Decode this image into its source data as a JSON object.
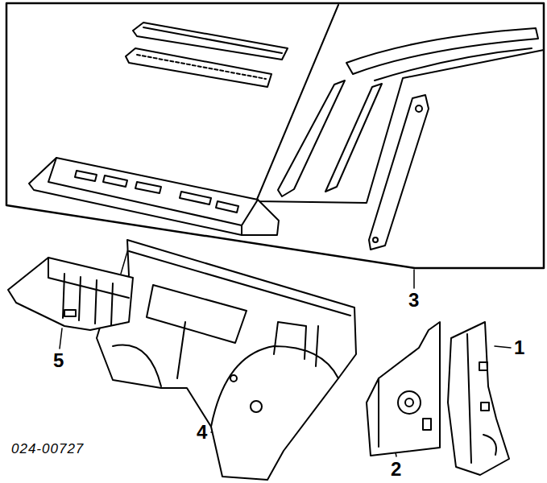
{
  "diagram": {
    "labels": [
      "1",
      "2",
      "3",
      "4",
      "5",
      "024-00727"
    ]
  }
}
